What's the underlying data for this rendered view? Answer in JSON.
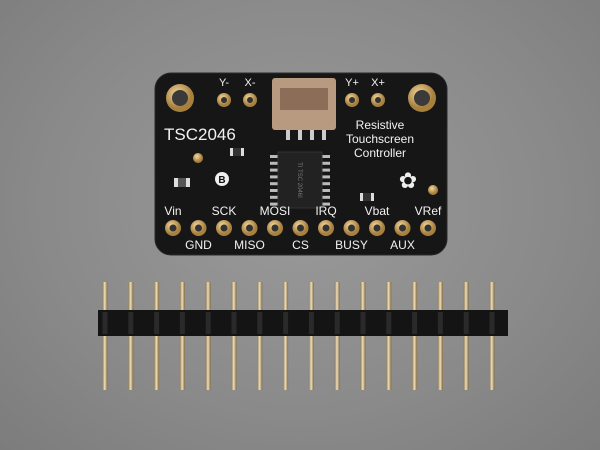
{
  "board": {
    "title": "TSC2046",
    "description_lines": [
      "Resistive",
      "Touchscreen",
      "Controller"
    ],
    "top_pads": [
      "Y-",
      "X-",
      "Y+",
      "X+"
    ],
    "bottom_pins_upper": [
      "Vin",
      "SCK",
      "MOSI",
      "IRQ",
      "Vbat",
      "VRef"
    ],
    "bottom_pins_lower": [
      "GND",
      "MISO",
      "CS",
      "BUSY",
      "AUX"
    ],
    "chip_marking": "TI TSC 2046I",
    "badge": "B"
  },
  "colors": {
    "background": "#8a8a8a",
    "pcb": "#151515",
    "gold": "#c9a063",
    "connector": "#b89a80"
  }
}
